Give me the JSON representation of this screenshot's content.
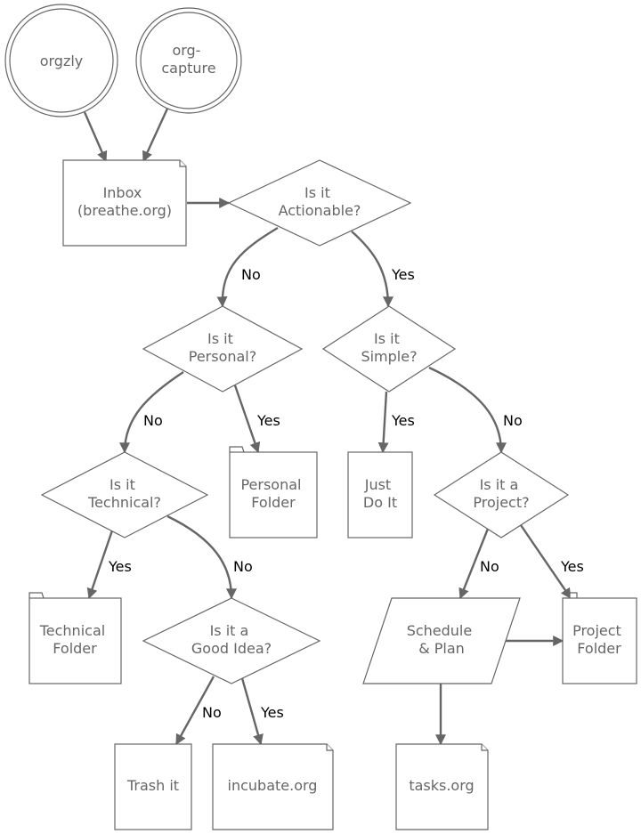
{
  "colors": {
    "stroke": "#666666",
    "node_text": "#666666",
    "edge_label": "#000000",
    "background": "#ffffff"
  },
  "nodes": {
    "orgzly": {
      "lines": [
        "orgzly"
      ]
    },
    "org_capture": {
      "lines": [
        "org-",
        "capture"
      ]
    },
    "inbox": {
      "lines": [
        "Inbox",
        "(breathe.org)"
      ]
    },
    "actionable": {
      "lines": [
        "Is it",
        "Actionable?"
      ]
    },
    "personal": {
      "lines": [
        "Is it",
        "Personal?"
      ]
    },
    "simple": {
      "lines": [
        "Is it",
        "Simple?"
      ]
    },
    "technical": {
      "lines": [
        "Is it",
        "Technical?"
      ]
    },
    "personal_folder": {
      "lines": [
        "Personal",
        "Folder"
      ]
    },
    "just_do_it": {
      "lines": [
        "Just",
        "Do It"
      ]
    },
    "project": {
      "lines": [
        "Is it a",
        "Project?"
      ]
    },
    "technical_folder": {
      "lines": [
        "Technical",
        "Folder"
      ]
    },
    "good_idea": {
      "lines": [
        "Is it a",
        "Good Idea?"
      ]
    },
    "schedule": {
      "lines": [
        "Schedule",
        "& Plan"
      ]
    },
    "project_folder": {
      "lines": [
        "Project",
        "Folder"
      ]
    },
    "trash": {
      "lines": [
        "Trash it"
      ]
    },
    "incubate": {
      "lines": [
        "incubate.org"
      ]
    },
    "tasks": {
      "lines": [
        "tasks.org"
      ]
    }
  },
  "edge_labels": {
    "actionable_no": "No",
    "actionable_yes": "Yes",
    "personal_no": "No",
    "personal_yes": "Yes",
    "simple_yes": "Yes",
    "simple_no": "No",
    "technical_yes": "Yes",
    "technical_no": "No",
    "project_no": "No",
    "project_yes": "Yes",
    "good_idea_no": "No",
    "good_idea_yes": "Yes"
  }
}
